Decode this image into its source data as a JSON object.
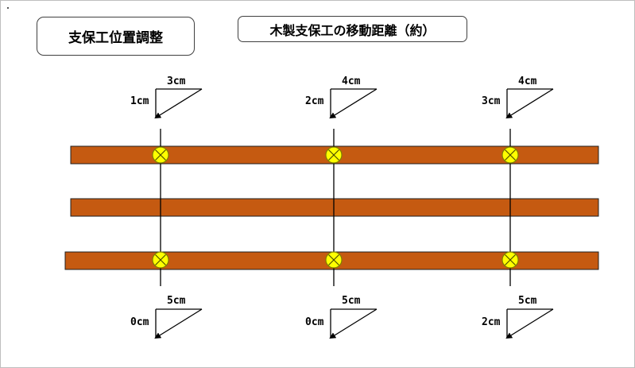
{
  "header": {
    "title": "支保工位置調整",
    "subtitle": "木製支保工の移動距離（約）"
  },
  "colors": {
    "beam": "#c55a11",
    "beam_border": "#1f1f1f",
    "support_marker": "#ffff00",
    "line": "#000000"
  },
  "beams": [
    {
      "name": "upper-beam"
    },
    {
      "name": "middle-beam"
    },
    {
      "name": "lower-beam"
    }
  ],
  "supports": [
    {
      "top": {
        "horizontal": "3cm",
        "vertical": "1cm"
      },
      "bottom": {
        "horizontal": "5cm",
        "vertical": "0cm"
      }
    },
    {
      "top": {
        "horizontal": "4cm",
        "vertical": "2cm"
      },
      "bottom": {
        "horizontal": "5cm",
        "vertical": "0cm"
      }
    },
    {
      "top": {
        "horizontal": "4cm",
        "vertical": "3cm"
      },
      "bottom": {
        "horizontal": "5cm",
        "vertical": "2cm"
      }
    }
  ]
}
